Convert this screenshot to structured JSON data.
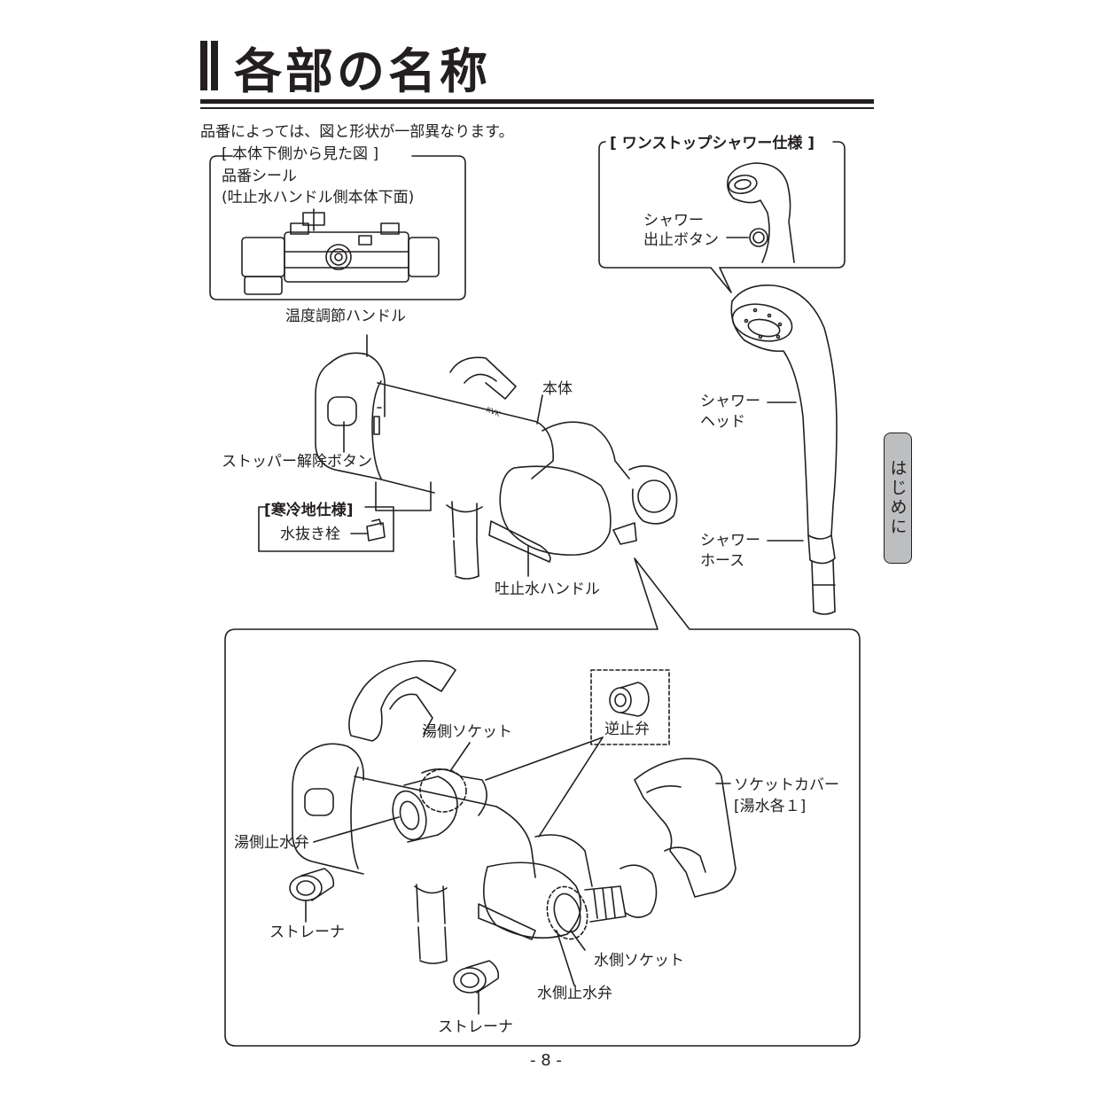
{
  "page": {
    "title": "各部の名称",
    "note": "品番によっては、図と形状が一部異なります。",
    "side_tab": "はじめに",
    "page_number": "- 8 -"
  },
  "bottom_view": {
    "heading": "[ 本体下側から見た図 ]",
    "label_line1": "品番シール",
    "label_line2": "(吐止水ハンドル側本体下面)"
  },
  "one_stop": {
    "heading": "[ ワンストップシャワー仕様 ]",
    "label_line1": "シャワー",
    "label_line2": "出止ボタン"
  },
  "cold_region": {
    "heading": "[寒冷地仕様]",
    "label": "水抜き栓"
  },
  "main_labels": {
    "temp_handle": "温度調節ハンドル",
    "body": "本体",
    "stopper_button": "ストッパー解除ボタン",
    "spout_handle": "吐止水ハンドル",
    "shower_head_1": "シャワー",
    "shower_head_2": "ヘッド",
    "shower_hose_1": "シャワー",
    "shower_hose_2": "ホース"
  },
  "detail_labels": {
    "hot_socket": "湯側ソケット",
    "check_valve": "逆止弁",
    "socket_cover_1": "ソケットカバー",
    "socket_cover_2": "[湯水各１]",
    "hot_stop_valve": "湯側止水弁",
    "strainer_left": "ストレーナ",
    "cold_socket": "水側ソケット",
    "cold_stop_valve": "水側止水弁",
    "strainer_bottom": "ストレーナ"
  },
  "brand_mark": "KVK"
}
